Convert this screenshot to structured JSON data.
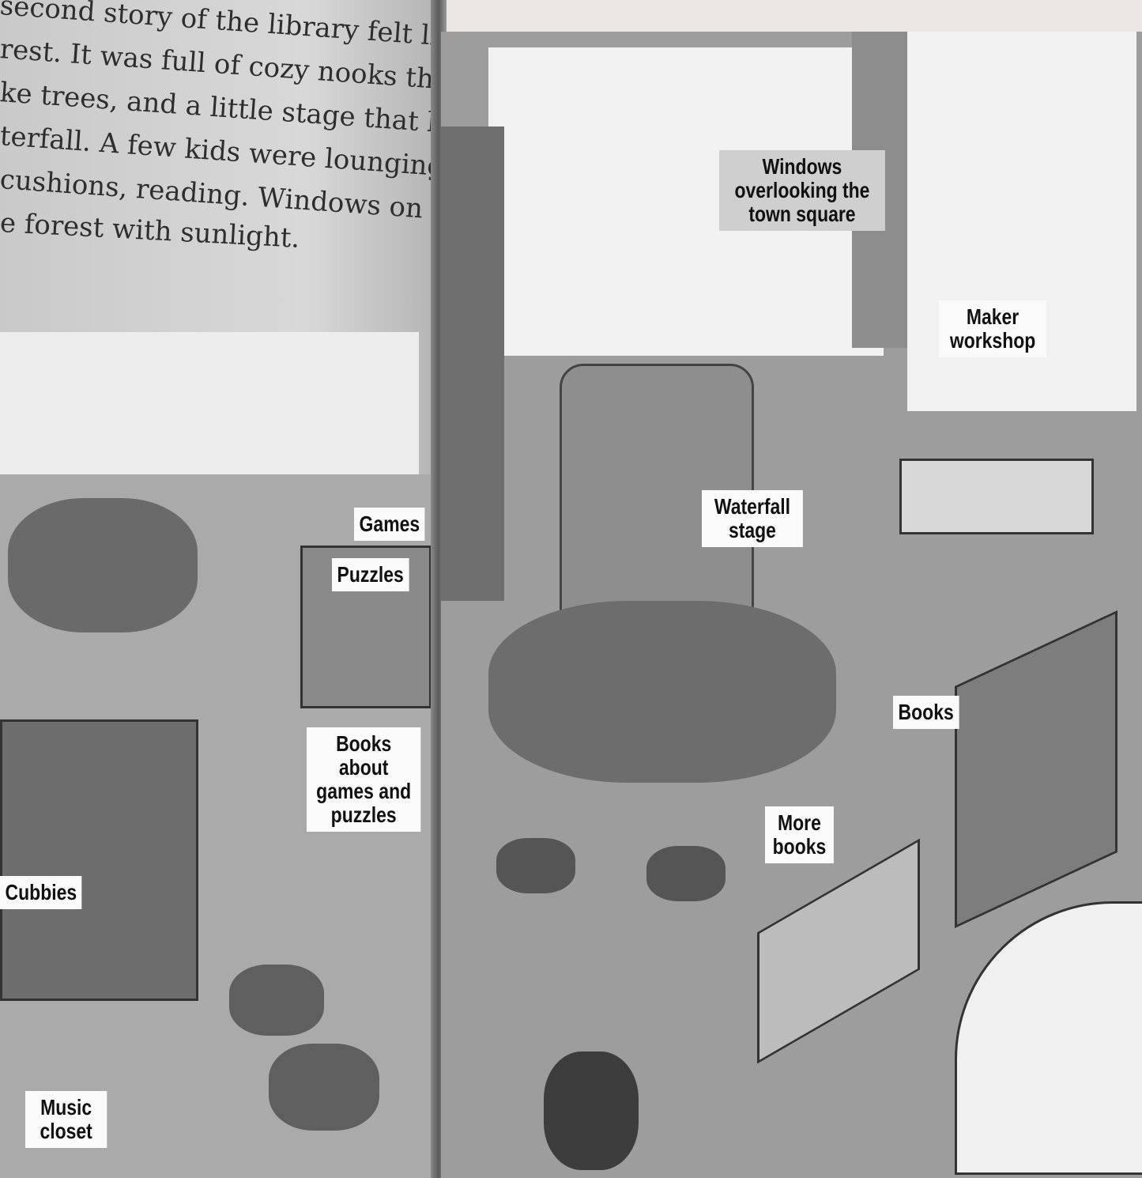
{
  "left_page": {
    "text_lines": [
      "second story of the library felt like a",
      "rest. It was full of cozy nooks that",
      "ke trees, and a little stage that looked",
      "terfall. A few kids were lounging on",
      "cushions, reading. Windows on all",
      "e forest with sunlight."
    ],
    "labels": {
      "games": "Games",
      "puzzles": "Puzzles",
      "books_games": "Books about games and puzzles",
      "cubbies": "Cubbies",
      "music": "Music closet"
    }
  },
  "right_page": {
    "labels": {
      "windows": "Windows overlooking the town square",
      "maker": "Maker workshop",
      "waterfall": "Waterfall stage",
      "books": "Books",
      "more_books": "More books"
    }
  }
}
